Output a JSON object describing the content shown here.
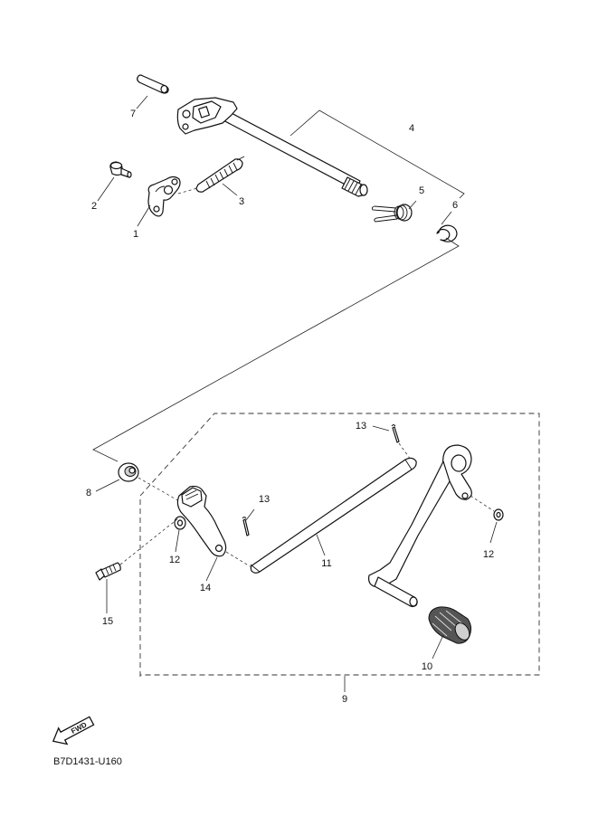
{
  "callouts": {
    "c1": "1",
    "c2": "2",
    "c3": "3",
    "c4": "4",
    "c5": "5",
    "c6": "6",
    "c7": "7",
    "c8": "8",
    "c9": "9",
    "c10": "10",
    "c11": "11",
    "c12a": "12",
    "c12b": "12",
    "c13a": "13",
    "c13b": "13",
    "c14": "14",
    "c15": "15"
  },
  "fwd_label": "FWD",
  "diagram_code": "B7D1431-U160"
}
